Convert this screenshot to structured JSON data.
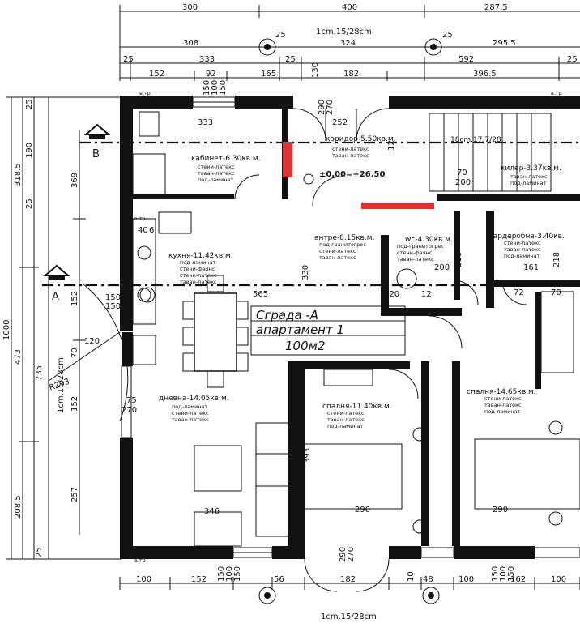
{
  "dims_top": {
    "row1": [
      "300",
      "400",
      "287.5"
    ],
    "row2": [
      "308",
      "324",
      "295.5"
    ],
    "row3": [
      "25",
      "333",
      "25",
      "130",
      "592",
      "25"
    ],
    "row4": [
      "152",
      "92",
      "165",
      "182",
      "396.5"
    ],
    "small": [
      "150",
      "100",
      "150"
    ]
  },
  "dims_bottom": {
    "row1": [
      "100",
      "152",
      "150",
      "100",
      "150",
      "56",
      "182",
      "10",
      "48",
      "100",
      "162",
      "150",
      "100",
      "150",
      "100"
    ],
    "scale": "1cm.15/28cm"
  },
  "dims_left": {
    "outer": "1000",
    "mid": [
      "318.5",
      "473",
      "208.5"
    ],
    "inner": [
      "25",
      "190",
      "25",
      "735",
      "25"
    ],
    "rooms": [
      "369",
      "152",
      "120",
      "70",
      "152",
      "257"
    ],
    "scale": "1cm.15/28cm"
  },
  "scale_top": "1cm.15/28cm",
  "levels": "±0.00=+26.50",
  "markers": {
    "b": "B",
    "a": "A"
  },
  "labels": {
    "vtr_top_left": "в.тр",
    "vtr_top_right": "в.тр",
    "vtr_left": "в.тр",
    "vtr_bottom": "в.тр",
    "stairs_cm": "18cm.17.7/28",
    "r293": "R293",
    "d270_top": "270",
    "d290_top": "290",
    "d290_bottom": "290",
    "d270_bottom": "270",
    "d275": "75",
    "d270_left": "270",
    "num_40": "40",
    "num_6": "6",
    "num_150a": "150",
    "num_150b": "150",
    "num_252": "252",
    "num_333": "333",
    "num_565": "565",
    "num_330": "330",
    "num_393": "393",
    "num_505": "505",
    "num_346": "346",
    "num_290a": "290",
    "num_290b": "290",
    "num_70a": "70",
    "num_200a": "200",
    "num_200b": "200",
    "num_218a": "218",
    "num_218b": "218",
    "num_161": "161",
    "num_72": "72",
    "num_70b": "70",
    "num_120b": "120",
    "num_12a": "12",
    "num_12b": "12"
  },
  "building": {
    "title": "Сграда -А",
    "apartment": "апартамент 1",
    "area": "100м2"
  },
  "rooms": {
    "kabinet": {
      "name": "кабинет-6.30кв.м.",
      "n1": "стени-латекс",
      "n2": "таван-латекс",
      "n3": "под-ламинат"
    },
    "koridor": {
      "name": "коридор-5.50кв.м.",
      "n1": "стени-латекс",
      "n2": "таван-латекс"
    },
    "kiler": {
      "name": "килер-3.37кв.м.",
      "n1": "таван-латекс",
      "n2": "под-ламинат"
    },
    "antre": {
      "name": "антре-8.15кв.м.",
      "n1": "под-гранитогрес",
      "n2": "стени-латекс",
      "n3": "таван-латекс"
    },
    "wc": {
      "name": "wc-4.30кв.м.",
      "n1": "под-гранитогрес",
      "n2": "стени-фаянс",
      "n3": "таван-латекс"
    },
    "garderobna": {
      "name": "гардеробна-3.40кв.",
      "n1": "стени-латекс",
      "n2": "таван-латекс",
      "n3": "под-ламинат"
    },
    "kuhnia": {
      "name": "кухня-11.42кв.м.",
      "n1": "под-ламинат",
      "n2": "стени-фаянс",
      "n3": "стени-латекс",
      "n4": "таван-латекс"
    },
    "dnevna": {
      "name": "дневна-14.05кв.м.",
      "n1": "под-ламинат",
      "n2": "стени-латекс",
      "n3": "таван-латекс"
    },
    "spalnia1": {
      "name": "спалня-11.40кв.м.",
      "n1": "стени-латекс",
      "n2": "таван-латекс",
      "n3": "под-ламинат"
    },
    "spalnia2": {
      "name": "спалня-14.65кв.м.",
      "n1": "стени-латекс",
      "n2": "таван-латекс",
      "n3": "под-ламинат"
    }
  }
}
